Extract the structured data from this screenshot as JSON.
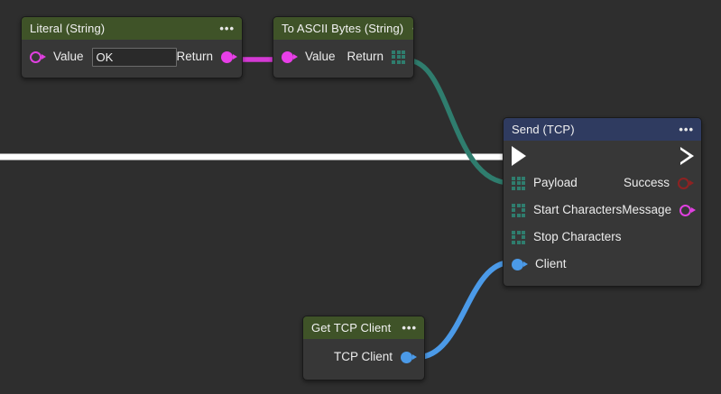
{
  "canvas": {
    "background": "#2e2e2e",
    "type": "visual-scripting-node-graph"
  },
  "colors": {
    "node_body": "#373737",
    "node_border": "#1a1a1a",
    "header_green": "#3f5328",
    "header_blue": "#2f3b60",
    "exec_wire": "#ffffff",
    "string_wire": "#d43ad4",
    "array_wire": "#2f7d6e",
    "object_wire": "#4b9ae8",
    "pin_magenta": "#e83fe8",
    "pin_red": "#8e2222",
    "pin_blue": "#4b9ae8",
    "pin_teal": "#2f7d6e"
  },
  "nodes": {
    "literal": {
      "title": "Literal (String)",
      "menu": "•••",
      "input_port": {
        "label": "Value",
        "icon": "magenta-hollow-circle-pin"
      },
      "value_field": {
        "value": "OK",
        "placeholder": ""
      },
      "output_port": {
        "label": "Return",
        "icon": "magenta-filled-circle-pin"
      }
    },
    "ascii": {
      "title": "To ASCII Bytes (String)",
      "menu": "•••",
      "input_port": {
        "label": "Value",
        "icon": "magenta-filled-circle-pin"
      },
      "output_port": {
        "label": "Return",
        "icon": "teal-grid-array-pin"
      }
    },
    "send": {
      "title": "Send (TCP)",
      "menu": "•••",
      "exec_in": "exec-in-arrow",
      "exec_out": "exec-out-arrow",
      "inputs": [
        {
          "label": "Payload",
          "icon": "teal-grid-array-pin"
        },
        {
          "label": "Start Characters",
          "icon": "teal-grid-array-hollow-pin"
        },
        {
          "label": "Stop Characters",
          "icon": "teal-grid-array-hollow-pin"
        },
        {
          "label": "Client",
          "icon": "blue-filled-circle-pin"
        }
      ],
      "outputs": [
        {
          "label": "Success",
          "icon": "red-hollow-circle-pin"
        },
        {
          "label": "Message",
          "icon": "magenta-hollow-circle-pin"
        }
      ]
    },
    "gettcpclient": {
      "title": "Get TCP Client",
      "menu": "•••",
      "output_port": {
        "label": "TCP Client",
        "icon": "blue-filled-circle-pin"
      }
    }
  },
  "wires": [
    {
      "name": "literal-return-to-ascii-value",
      "color": "#d43ad4",
      "from": "literal.Return",
      "to": "ascii.Value"
    },
    {
      "name": "ascii-return-to-send-payload",
      "color": "#2f7d6e",
      "from": "ascii.Return",
      "to": "send.Payload"
    },
    {
      "name": "exec-into-send",
      "color": "#ffffff",
      "from": "offscreen-left",
      "to": "send.exec-in"
    },
    {
      "name": "tcpclient-to-send-client",
      "color": "#4b9ae8",
      "from": "gettcpclient.TCP Client",
      "to": "send.Client"
    }
  ]
}
